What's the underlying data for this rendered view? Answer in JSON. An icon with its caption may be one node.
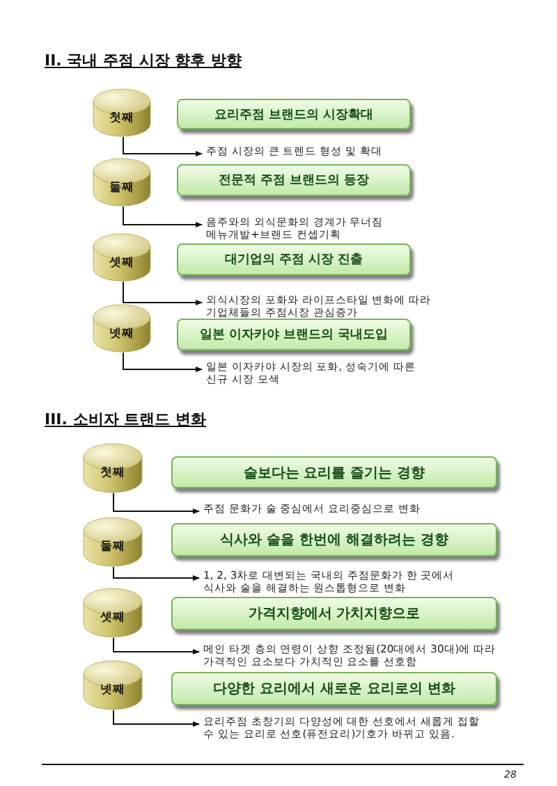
{
  "diagram": {
    "nodes": [
      {
        "text": [
          "첫째"
        ]
      },
      {
        "text": [
          "요리주점 브랜드의 시장확대"
        ]
      },
      {
        "text": [
          "주점 시장의 큰 트렌드 형성 및 확대"
        ]
      },
      {
        "text": [
          "둘째"
        ]
      },
      {
        "text": [
          "전문적 주점 브랜드의 등장"
        ]
      },
      {
        "text": [
          "음주와의 외식문화의 경계가 무너짐 메뉴개발+브랜드 컨셉기획"
        ]
      },
      {
        "text": [
          "셋째"
        ]
      },
      {
        "text": [
          "대기업의 주점 시장 진출"
        ]
      },
      {
        "text": [
          "외식시장의 포화와 라이프스타일 변화에 따라 기업체들의 주점시장 관심증가"
        ]
      },
      {
        "text": [
          "넷째"
        ]
      },
      {
        "text": [
          "일본 이자카야 브랜드의 국내도입"
        ]
      },
      {
        "text": [
          "일본 이자카야 시장의 포화, 성숙기에 따른 신규 시장 모색"
        ]
      },
      {
        "text": [
          "첫째"
        ]
      },
      {
        "text": [
          "술보다는 요리를 즐기는 경향"
        ]
      },
      {
        "text": [
          "주점 문화가 술 중심에서 요리중심으로 변화"
        ]
      },
      {
        "text": [
          "둘째"
        ]
      },
      {
        "text": [
          "식사와 술을 한번에 해결하려는 경향"
        ]
      },
      {
        "text": [
          "1, 2, 3차로 대변되는 국내의 주점문화가 한 곳에서 식사와 술을 해결하는 원스톱형으로 변화"
        ]
      },
      {
        "text": [
          "셋째"
        ]
      },
      {
        "text": [
          "가격지향에서 가치지향으로"
        ]
      },
      {
        "text": [
          "메인 타겟 층의 연령이 상향 조정됨(20대에서 30대)에 따라 가격적인 요소보다 가치적인 요소를 선호함"
        ]
      },
      {
        "text": [
          "넷째"
        ]
      },
      {
        "text": [
          "다양한 요리에서 새로운 요리로의 변화"
        ]
      },
      {
        "text": [
          "요리주점 초창기의 다양성에 대한 선호에서 새롭게 접할 수 있는 요리로 선호(퓨전요리)기호가 바뀌고 있음."
        ]
      }
    ],
    "edges": [
      {
        "from": 0,
        "to": 2,
        "arrow": "to"
      },
      {
        "from": 3,
        "to": 5,
        "arrow": "to"
      },
      {
        "from": 6,
        "to": 8,
        "arrow": "to"
      },
      {
        "from": 9,
        "to": 11,
        "arrow": "to"
      },
      {
        "from": 12,
        "to": 14,
        "arrow": "to"
      },
      {
        "from": 15,
        "to": 17,
        "arrow": "to"
      },
      {
        "from": 18,
        "to": 20,
        "arrow": "to"
      },
      {
        "from": 21,
        "to": 23,
        "arrow": "to"
      }
    ],
    "labels": [
      "II. 국내 주점 시장 향후 방향",
      "III. 소비자 트랜드 변화",
      "28"
    ]
  }
}
